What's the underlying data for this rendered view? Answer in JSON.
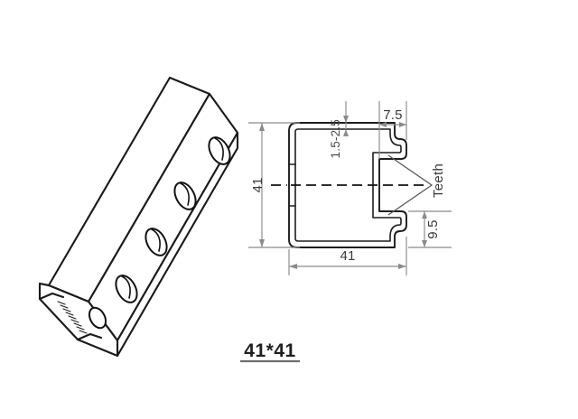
{
  "drawing": {
    "title_label": "41*41",
    "background_color": "#ffffff",
    "line_color": "#1a1a1a",
    "dimension_color": "#8a8a8a"
  },
  "isometric_view": {
    "name": "strut-channel-isometric",
    "description": "C-shaped slotted strut channel shown in isometric projection",
    "slot_count": 4,
    "slot_shape": "oval"
  },
  "cross_section": {
    "name": "strut-channel-cross-section",
    "profile_shape": "C-channel with inturned lips",
    "centerline": true
  },
  "dimensions": {
    "thickness": {
      "value": "1.5-2.5",
      "orientation": "vertical",
      "position": "top-center"
    },
    "lip_width": {
      "value": "7.5",
      "orientation": "horizontal",
      "position": "top-right"
    },
    "height": {
      "value": "41",
      "orientation": "vertical",
      "position": "left"
    },
    "width": {
      "value": "41",
      "orientation": "horizontal",
      "position": "bottom"
    },
    "lip_height": {
      "value": "9.5",
      "orientation": "vertical",
      "position": "right"
    }
  },
  "annotations": {
    "teeth_label": "Teeth"
  }
}
